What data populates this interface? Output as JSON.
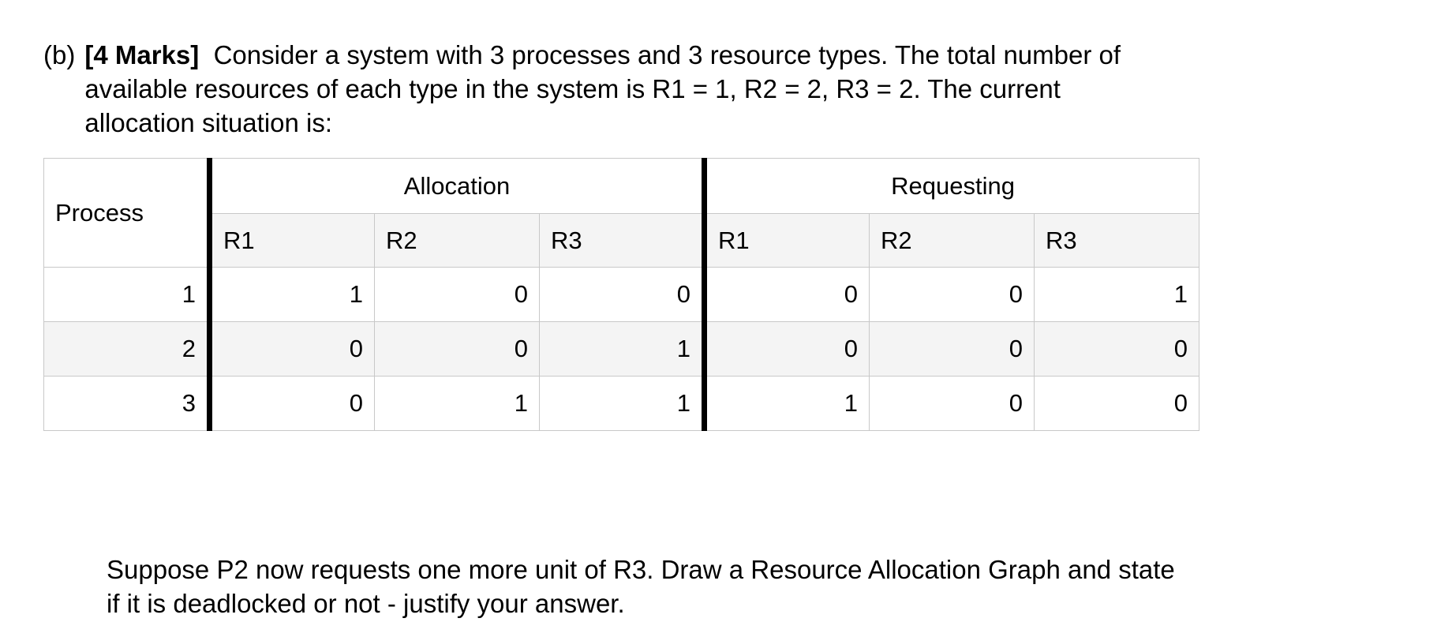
{
  "question": {
    "label": "(b)",
    "marks": "[4 Marks]",
    "lines": [
      "Consider a system with 3 processes and 3 resource types. The total number of",
      "available resources of each type in the system is R1 = 1, R2 = 2, R3 = 2.    The current",
      "allocation situation is:"
    ]
  },
  "table": {
    "process_header": "Process",
    "group_headers": [
      "Allocation",
      "Requesting"
    ],
    "sub_headers": [
      "R1",
      "R2",
      "R3",
      "R1",
      "R2",
      "R3"
    ],
    "rows": [
      {
        "process": "1",
        "allocation": [
          "1",
          "0",
          "0"
        ],
        "requesting": [
          "0",
          "0",
          "1"
        ]
      },
      {
        "process": "2",
        "allocation": [
          "0",
          "0",
          "1"
        ],
        "requesting": [
          "0",
          "0",
          "0"
        ]
      },
      {
        "process": "3",
        "allocation": [
          "0",
          "1",
          "1"
        ],
        "requesting": [
          "1",
          "0",
          "0"
        ]
      }
    ]
  },
  "footer": {
    "lines": [
      "Suppose P2 now requests one more unit of R3.   Draw a Resource Allocation Graph and state",
      "if it is deadlocked or not - justify your answer."
    ]
  },
  "colors": {
    "page_background": "#ffffff",
    "text": "#000000",
    "grid_line": "#c8c8c8",
    "stripe": "#f4f4f4",
    "thick_divider": "#000000"
  }
}
